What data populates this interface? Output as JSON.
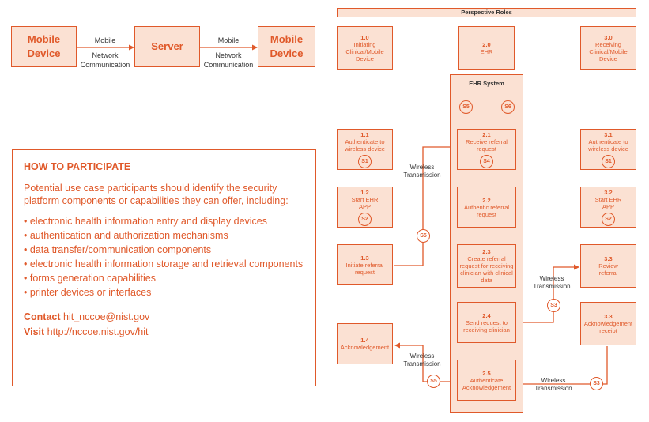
{
  "top_flow": {
    "left_box": "Mobile Device",
    "center_box": "Server",
    "right_box": "Mobile Device",
    "arrow1_top": "Mobile",
    "arrow1_bottom": "Network Communication",
    "arrow2_top": "Mobile",
    "arrow2_bottom": "Network Communication"
  },
  "roles": {
    "header": "Perspective Roles",
    "role1": {
      "num": "1.0",
      "text": "Initiating Clinical/Mobile Device"
    },
    "role2": {
      "num": "2.0",
      "text": "EHR"
    },
    "role3": {
      "num": "3.0",
      "text": "Receiving Clinical/Mobile Device"
    }
  },
  "ehr_system": {
    "title": "EHR System",
    "s5": "S5",
    "s6": "S6"
  },
  "steps": {
    "s1_1": {
      "num": "1.1",
      "text": "Authenticate to wireless device",
      "badge": "S1"
    },
    "s1_2": {
      "num": "1.2",
      "text": "Start EHR APP",
      "badge": "S2"
    },
    "s1_3": {
      "num": "1.3",
      "text": "Initiate referral request"
    },
    "s1_4": {
      "num": "1.4",
      "text": "Acknowledgement"
    },
    "s2_1": {
      "num": "2.1",
      "text": "Receive referral request",
      "badge": "S4"
    },
    "s2_2": {
      "num": "2.2",
      "text": "Authentic referral request"
    },
    "s2_3": {
      "num": "2.3",
      "text": "Create referral request for receiving clinician with clinical data"
    },
    "s2_4": {
      "num": "2.4",
      "text": "Send request to receiving clinician"
    },
    "s2_5": {
      "num": "2.5",
      "text": "Authenticate Acknowledgement"
    },
    "s3_1": {
      "num": "3.1",
      "text": "Authenticate to wireless device",
      "badge": "S1"
    },
    "s3_2": {
      "num": "3.2",
      "text": "Start EHR APP",
      "badge": "S2"
    },
    "s3_3a": {
      "num": "3.3",
      "text": "Review referral"
    },
    "s3_3b": {
      "num": "3.3",
      "text": "Acknowledgement receipt"
    }
  },
  "connectors": {
    "wireless1": "Wireless Transmission",
    "wireless2": "Wireless Transmission",
    "wireless3": "Wireless Transmission",
    "wireless4": "Wireless Transmission",
    "badge_a": "S5",
    "badge_b": "S3",
    "badge_c": "S5",
    "badge_d": "S3"
  },
  "participate": {
    "title": "HOW TO PARTICIPATE",
    "intro": "Potential use case participants should identify the security platform components or capabilities they can offer, including:",
    "items": [
      "• electronic health information entry and display devices",
      "• authentication and authorization mechanisms",
      "• data transfer/communication components",
      "• electronic health information storage and retrieval components",
      "• forms generation capabilities",
      "• printer devices or interfaces"
    ],
    "contact_label": "Contact",
    "contact_value": "hit_nccoe@nist.gov",
    "visit_label": "Visit",
    "visit_value": "http://nccoe.nist.gov/hit"
  },
  "colors": {
    "accent": "#e0592a",
    "fill": "#fbe1d3",
    "text": "#333333"
  }
}
